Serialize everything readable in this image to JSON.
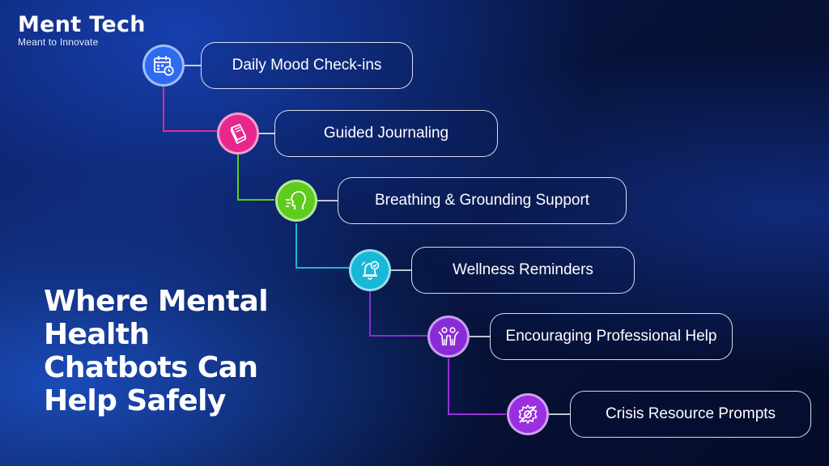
{
  "brand": {
    "name": "Ment Tech",
    "tagline": "Meant to Innovate"
  },
  "headline": {
    "lines": [
      "Where Mental",
      "Health",
      "Chatbots Can",
      "Help Safely"
    ]
  },
  "steps": [
    {
      "label": "Daily Mood Check-ins",
      "icon": "calendar-clock-icon",
      "color": "#2f6bf0"
    },
    {
      "label": "Guided Journaling",
      "icon": "journal-icon",
      "color": "#e8278e"
    },
    {
      "label": "Breathing & Grounding Support",
      "icon": "breathing-head-icon",
      "color": "#5fcb1d"
    },
    {
      "label": "Wellness Reminders",
      "icon": "bell-reminder-icon",
      "color": "#19b8d6"
    },
    {
      "label": "Encouraging Professional Help",
      "icon": "people-support-icon",
      "color": "#8b2bd8"
    },
    {
      "label": "Crisis Resource Prompts",
      "icon": "gear-tools-icon",
      "color": "#9a2ee0"
    }
  ]
}
